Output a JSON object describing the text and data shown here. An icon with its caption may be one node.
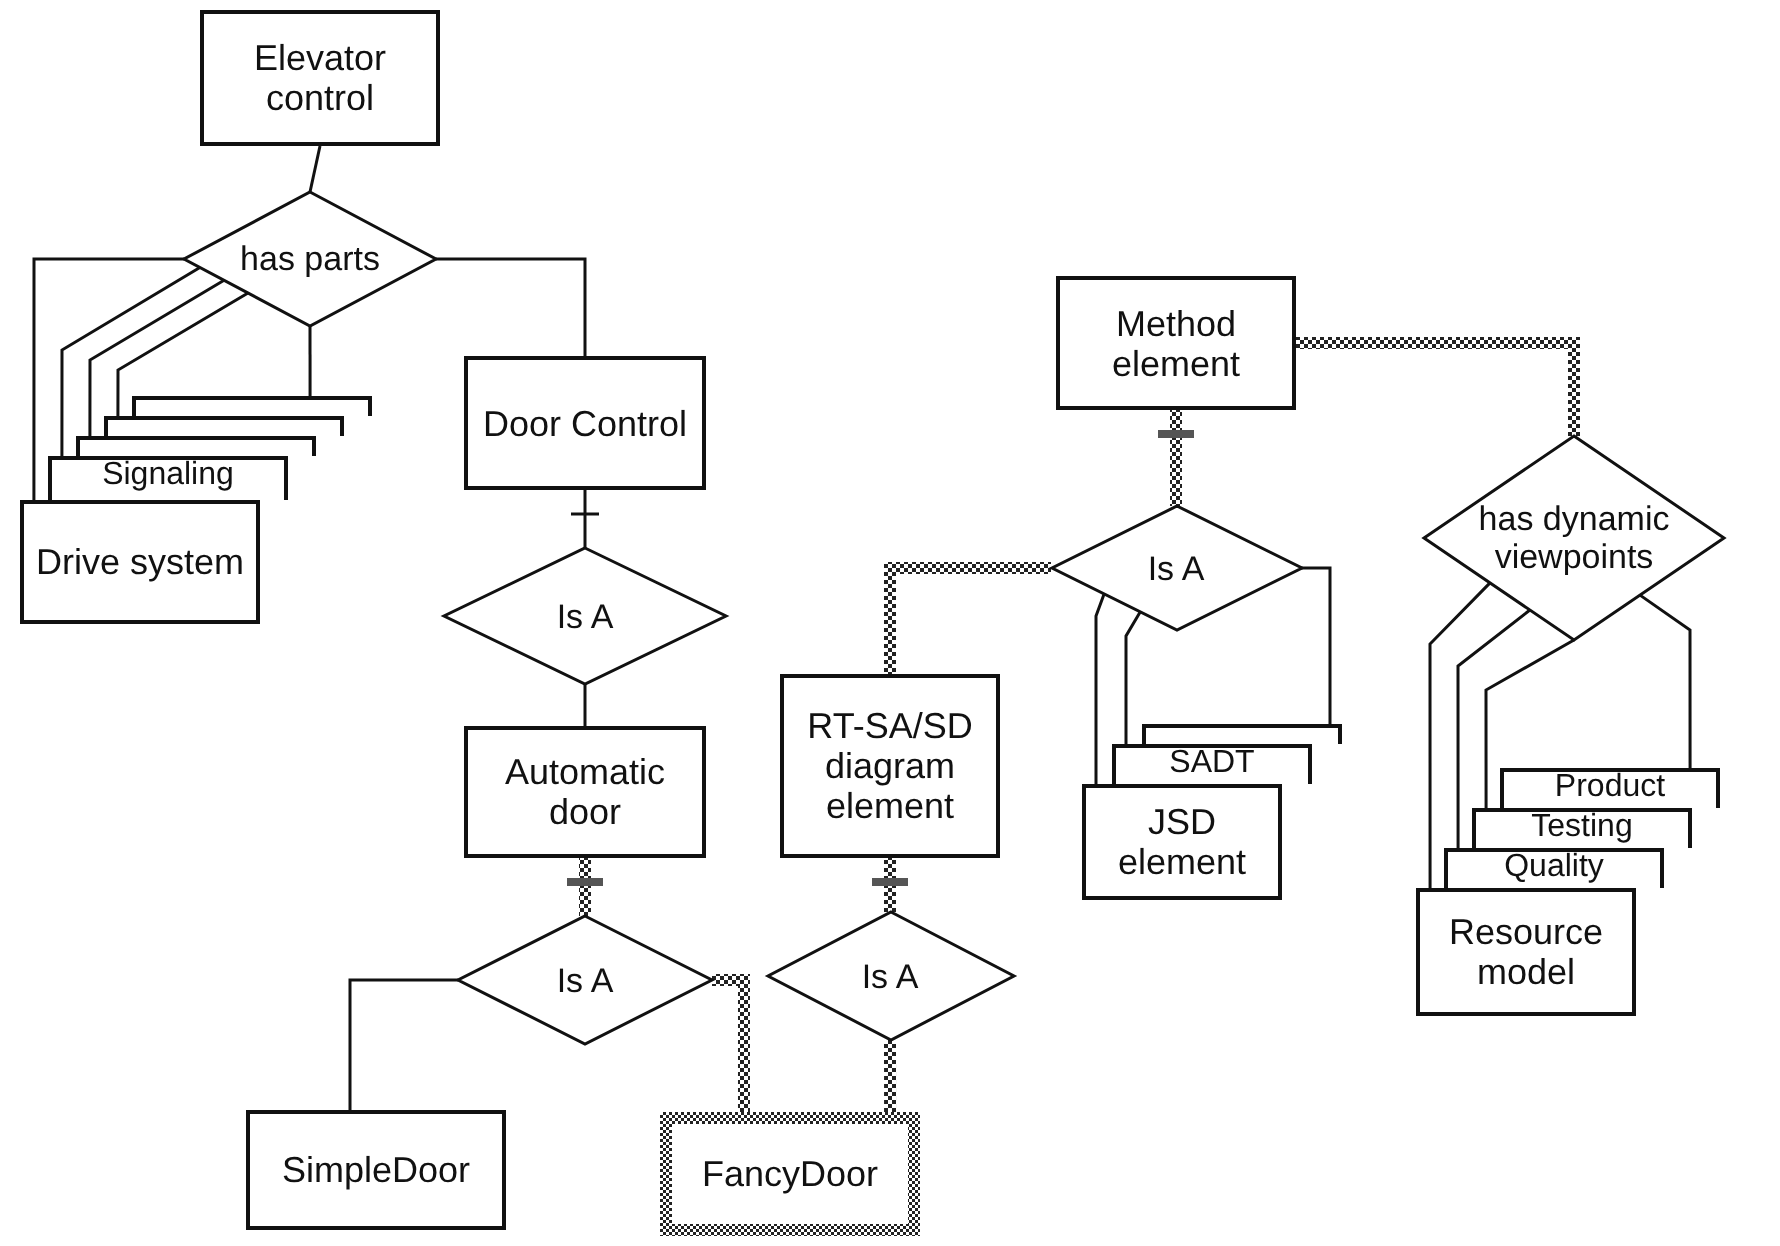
{
  "diagram": {
    "nodes": [
      {
        "text": [
          "Elevator control"
        ]
      },
      {
        "text": [
          "has parts"
        ]
      },
      {
        "text": [],
        "shape": "box"
      },
      {
        "text": [],
        "shape": "box"
      },
      {
        "text": [],
        "shape": "box"
      },
      {
        "text": [
          "Signaling"
        ]
      },
      {
        "text": [
          "Drive system"
        ]
      },
      {
        "text": [
          "Door Control"
        ]
      },
      {
        "text": [
          "Is A"
        ]
      },
      {
        "text": [
          "Automatic door"
        ]
      },
      {
        "text": [
          "Is A"
        ]
      },
      {
        "text": [
          "SimpleDoor"
        ]
      },
      {
        "text": [
          "FancyDoor"
        ]
      },
      {
        "text": [
          "Method element"
        ]
      },
      {
        "text": [
          "has dynamic viewpoints"
        ]
      },
      {
        "text": [
          "RT-SA/SD diagram element"
        ]
      },
      {
        "text": [
          "Is A"
        ]
      },
      {
        "text": [],
        "shape": "box"
      },
      {
        "text": [
          "SADT"
        ]
      },
      {
        "text": [
          "JSD element"
        ]
      },
      {
        "text": [
          "Is A"
        ]
      },
      {
        "text": [
          "Product"
        ]
      },
      {
        "text": [
          "Testing"
        ]
      },
      {
        "text": [
          "Quality"
        ]
      },
      {
        "text": [
          "Resource model"
        ]
      }
    ],
    "edges": [
      {
        "from": 0,
        "to": 1,
        "arrow": "none"
      },
      {
        "from": 1,
        "to": 2,
        "arrow": "none"
      },
      {
        "from": 1,
        "to": 3,
        "arrow": "none"
      },
      {
        "from": 1,
        "to": 4,
        "arrow": "none"
      },
      {
        "from": 1,
        "to": 5,
        "arrow": "none"
      },
      {
        "from": 1,
        "to": 6,
        "arrow": "none"
      },
      {
        "from": 1,
        "to": 7,
        "arrow": "none"
      },
      {
        "from": 7,
        "to": 8,
        "arrow": "other"
      },
      {
        "from": 8,
        "to": 9,
        "arrow": "none"
      },
      {
        "from": 9,
        "to": 10,
        "arrow": "other",
        "style": "thick"
      },
      {
        "from": 10,
        "to": 11,
        "arrow": "none"
      },
      {
        "from": 10,
        "to": 12,
        "arrow": "none",
        "style": "thick"
      },
      {
        "from": 15,
        "to": 20,
        "arrow": "other",
        "style": "thick"
      },
      {
        "from": 20,
        "to": 12,
        "arrow": "none",
        "style": "thick"
      },
      {
        "from": 13,
        "to": 16,
        "arrow": "other",
        "style": "thick"
      },
      {
        "from": 16,
        "to": 15,
        "arrow": "none",
        "style": "thick"
      },
      {
        "from": 16,
        "to": 17,
        "arrow": "none"
      },
      {
        "from": 16,
        "to": 18,
        "arrow": "none"
      },
      {
        "from": 16,
        "to": 19,
        "arrow": "none"
      },
      {
        "from": 13,
        "to": 14,
        "arrow": "none",
        "style": "thick"
      },
      {
        "from": 14,
        "to": 21,
        "arrow": "none"
      },
      {
        "from": 14,
        "to": 22,
        "arrow": "none"
      },
      {
        "from": 14,
        "to": 23,
        "arrow": "none"
      },
      {
        "from": 14,
        "to": 24,
        "arrow": "none"
      }
    ]
  }
}
